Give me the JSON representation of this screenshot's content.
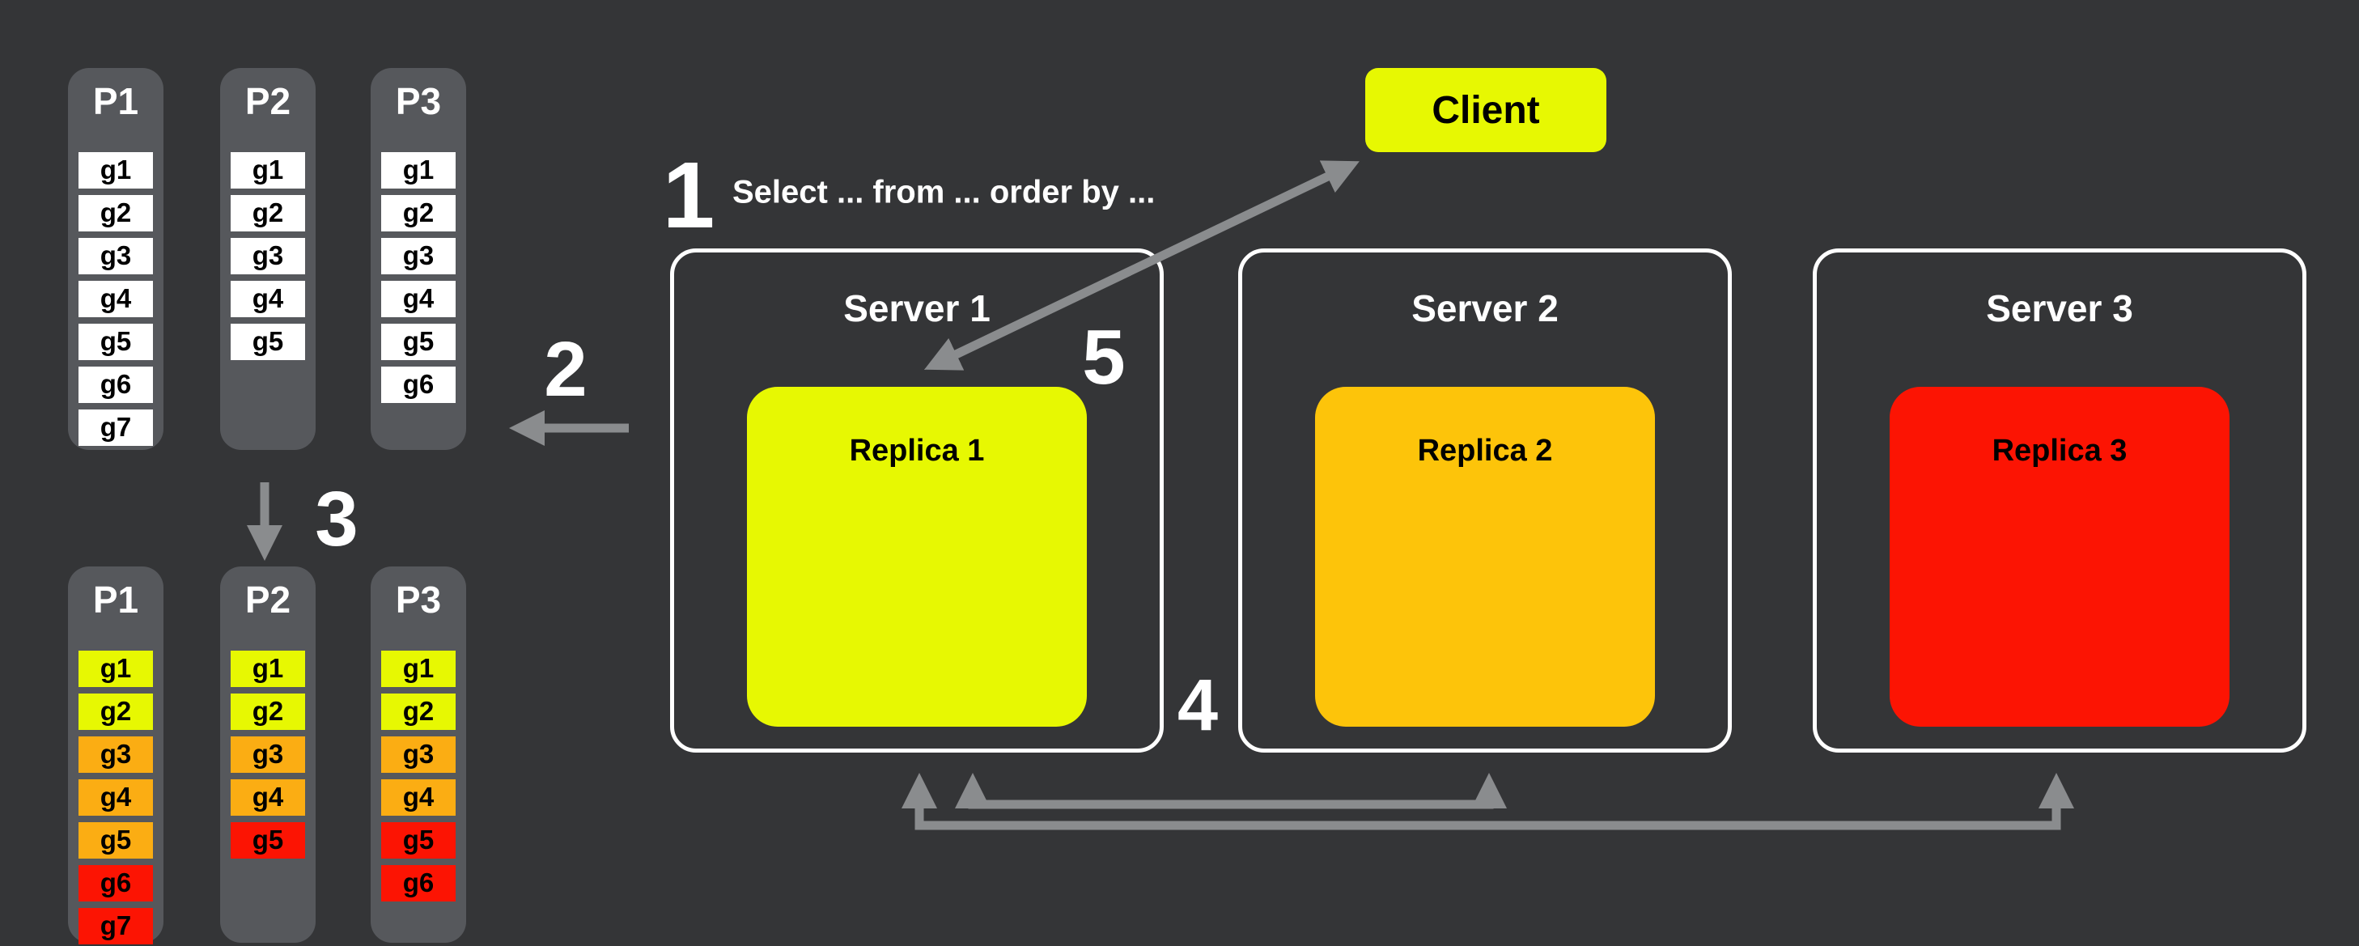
{
  "colors": {
    "background": "#343537",
    "column": "#56585C",
    "arrow": "#8A8C8E",
    "yellow": "#E7F802",
    "orange": "#FBAD13",
    "gold": "#FDC40A",
    "red": "#FC1403",
    "white": "#FFFFFF",
    "server_border": "#FFFFFF",
    "text_light": "#FFFFFF",
    "text_dark": "#000000"
  },
  "steps": [
    "1",
    "2",
    "3",
    "4",
    "5"
  ],
  "query": {
    "text": "Select ... from ... order by ..."
  },
  "client": {
    "label": "Client"
  },
  "servers": [
    {
      "title": "Server 1",
      "replica": {
        "label": "Replica 1",
        "color": "yellow"
      }
    },
    {
      "title": "Server 2",
      "replica": {
        "label": "Replica 2",
        "color": "gold"
      }
    },
    {
      "title": "Server 3",
      "replica": {
        "label": "Replica 3",
        "color": "red"
      }
    }
  ],
  "partitions_before": {
    "columns": [
      {
        "title": "P1",
        "items": [
          "g1",
          "g2",
          "g3",
          "g4",
          "g5",
          "g6",
          "g7"
        ]
      },
      {
        "title": "P2",
        "items": [
          "g1",
          "g2",
          "g3",
          "g4",
          "g5"
        ]
      },
      {
        "title": "P3",
        "items": [
          "g1",
          "g2",
          "g3",
          "g4",
          "g5",
          "g6"
        ]
      }
    ]
  },
  "partitions_after": {
    "columns": [
      {
        "title": "P1",
        "items": [
          {
            "label": "g1",
            "color": "yellow"
          },
          {
            "label": "g2",
            "color": "yellow"
          },
          {
            "label": "g3",
            "color": "orange"
          },
          {
            "label": "g4",
            "color": "orange"
          },
          {
            "label": "g5",
            "color": "orange"
          },
          {
            "label": "g6",
            "color": "red"
          },
          {
            "label": "g7",
            "color": "red"
          }
        ]
      },
      {
        "title": "P2",
        "items": [
          {
            "label": "g1",
            "color": "yellow"
          },
          {
            "label": "g2",
            "color": "yellow"
          },
          {
            "label": "g3",
            "color": "orange"
          },
          {
            "label": "g4",
            "color": "orange"
          },
          {
            "label": "g5",
            "color": "red"
          }
        ]
      },
      {
        "title": "P3",
        "items": [
          {
            "label": "g1",
            "color": "yellow"
          },
          {
            "label": "g2",
            "color": "yellow"
          },
          {
            "label": "g3",
            "color": "orange"
          },
          {
            "label": "g4",
            "color": "orange"
          },
          {
            "label": "g5",
            "color": "red"
          },
          {
            "label": "g6",
            "color": "red"
          }
        ]
      }
    ]
  }
}
